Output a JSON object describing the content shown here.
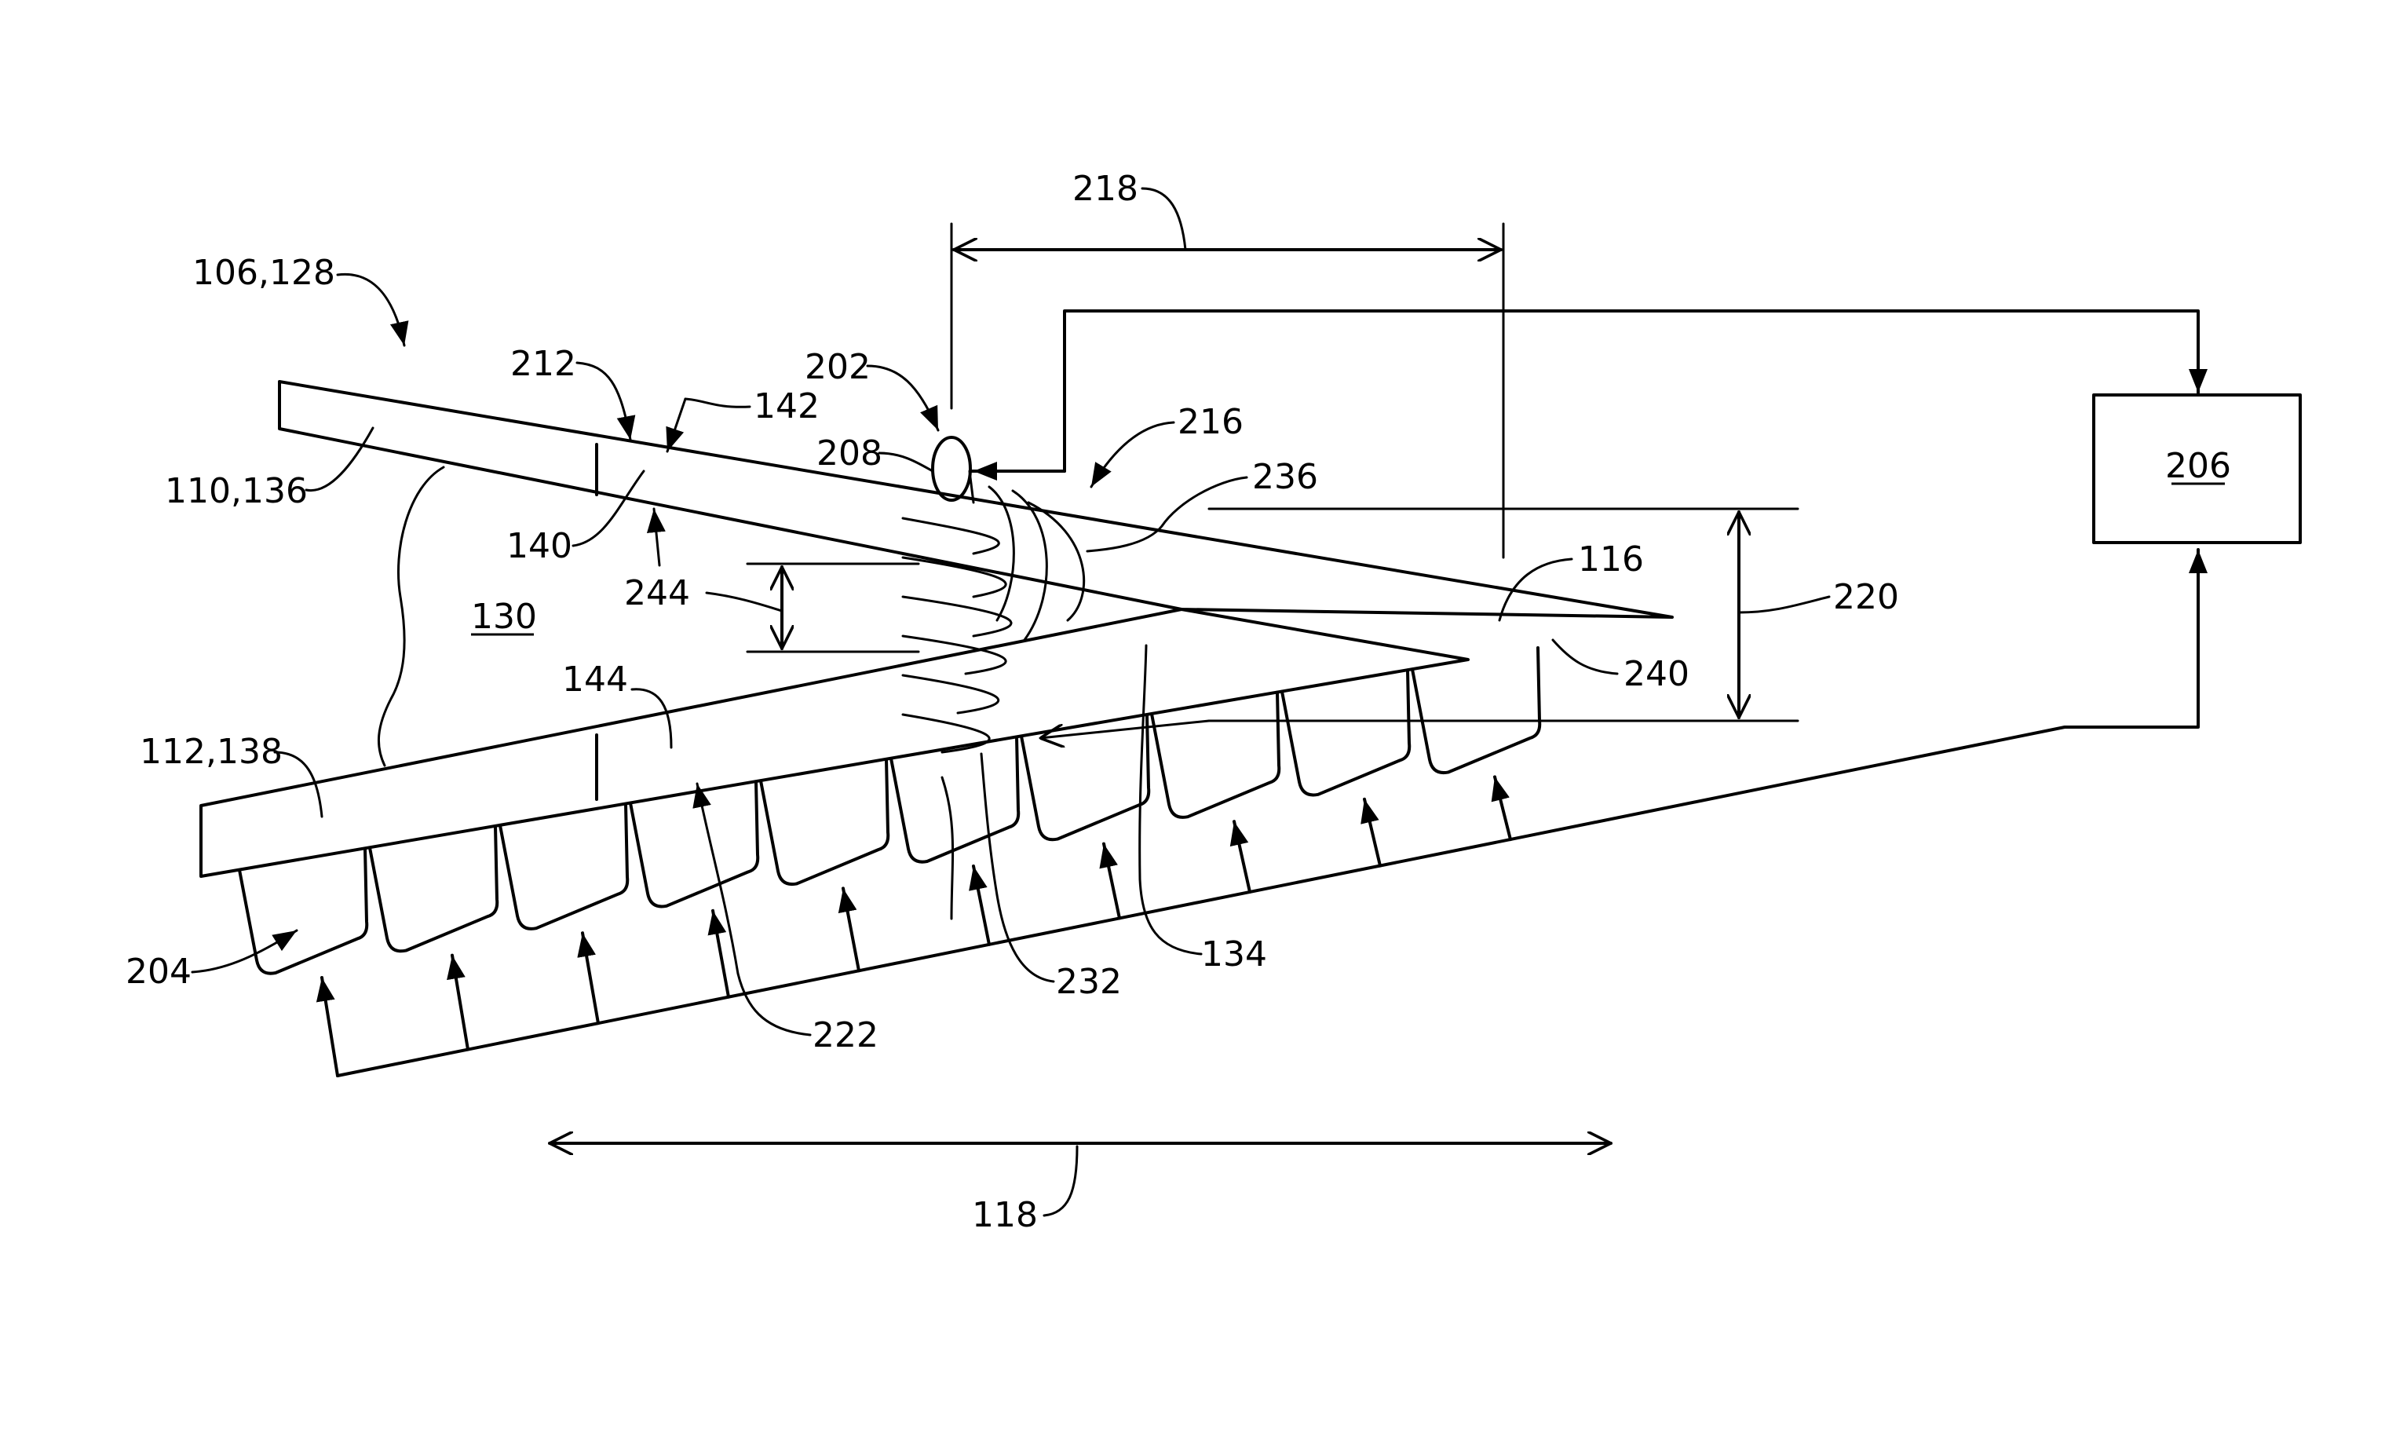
{
  "figure": {
    "labels": {
      "assembly": "106,128",
      "top_sheet": "110,136",
      "bottom_sheet": "112,138",
      "interior": "130",
      "edge_116": "116",
      "separation": "118",
      "surface_134": "134",
      "thickness_140": "140",
      "thickness_142": "142",
      "thickness_144": "144",
      "probe": "202",
      "heater_array": "204",
      "controller": "206",
      "tip": "208",
      "angle_212": "212",
      "field_216": "216",
      "distance_218": "218",
      "distance_220": "220",
      "heater_222": "222",
      "field_232": "232",
      "field_236": "236",
      "edge_240": "240",
      "gap_244": "244"
    }
  }
}
